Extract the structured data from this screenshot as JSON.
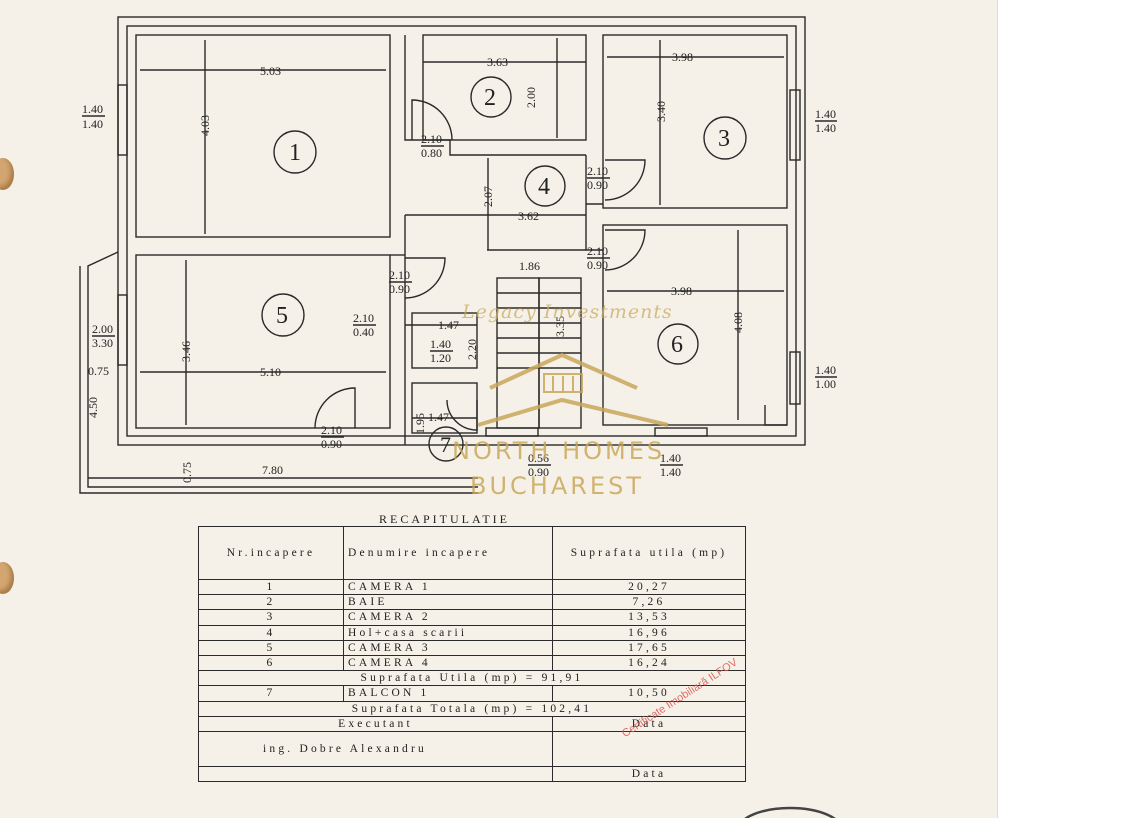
{
  "plan": {
    "room_numbers": [
      "1",
      "2",
      "3",
      "4",
      "5",
      "6",
      "7"
    ],
    "dimensions": {
      "r1_width": "5.03",
      "r1_height": "4.03",
      "r2_width": "3.63",
      "r2_height": "2.00",
      "r3_width": "3.98",
      "r3_height": "3.40",
      "r4_width": "3.62",
      "r4_height": "2.07",
      "r5_width": "5.10",
      "r5_height": "3.46",
      "r6_width": "3.98",
      "r6_height": "4.08",
      "stair_width": "1.86",
      "stair_height": "3.35",
      "hall_a": "1.47",
      "hall_b": "2.20",
      "r7_width": "1.47",
      "r7_height": "1.95",
      "balcony_length": "7.80",
      "balcony_side": "4.50",
      "balcony_w1": "0.75",
      "balcony_w2": "0.75"
    },
    "openings": [
      [
        "1.40",
        "1.40"
      ],
      [
        "2.10",
        "0.80"
      ],
      [
        "1.40",
        "1.40"
      ],
      [
        "2.10",
        "0.90"
      ],
      [
        "2.10",
        "0.90"
      ],
      [
        "2.10",
        "0.90"
      ],
      [
        "2.00",
        "3.30"
      ],
      [
        "2.10",
        "0.40"
      ],
      [
        "1.40",
        "1.20"
      ],
      [
        "1.40",
        "1.00"
      ],
      [
        "2.10",
        "0.90"
      ],
      [
        "0.56",
        "0.90"
      ],
      [
        "1.40",
        "1.40"
      ]
    ]
  },
  "watermark": {
    "script": "Legacy Investments",
    "line1": "NORTH HOMES",
    "line2": "BUCHAREST"
  },
  "recap": {
    "title": "RECAPITULATIE",
    "headers": [
      "Nr.incapere",
      "Denumire incapere",
      "Suprafata utila (mp)"
    ],
    "rows": [
      [
        "1",
        "CAMERA 1",
        "20,27"
      ],
      [
        "2",
        "BAIE",
        "7,26"
      ],
      [
        "3",
        "CAMERA 2",
        "13,53"
      ],
      [
        "4",
        "Hol+casa scarii",
        "16,96"
      ],
      [
        "5",
        "CAMERA 3",
        "17,65"
      ],
      [
        "6",
        "CAMERA 4",
        "16,24"
      ]
    ],
    "util_label": "Suprafata Utila (mp) =",
    "util_value": "91,91",
    "balcony": [
      "7",
      "BALCON 1",
      "10,50"
    ],
    "total_label": "Suprafata Totala (mp) =",
    "total_value": "102,41",
    "executant_label": "Executant",
    "data_label": "Data",
    "engineer": "ing. Dobre Alexandru",
    "data_label_2": "Data"
  },
  "stamp": {
    "text": "Certificate Imobiliară ILFOV"
  },
  "colors": {
    "paper": "#f6f1e8",
    "ink": "#2a2a2a",
    "gold": "#c9a75a",
    "stamp": "#d9554e",
    "hole": "#d2a571"
  }
}
